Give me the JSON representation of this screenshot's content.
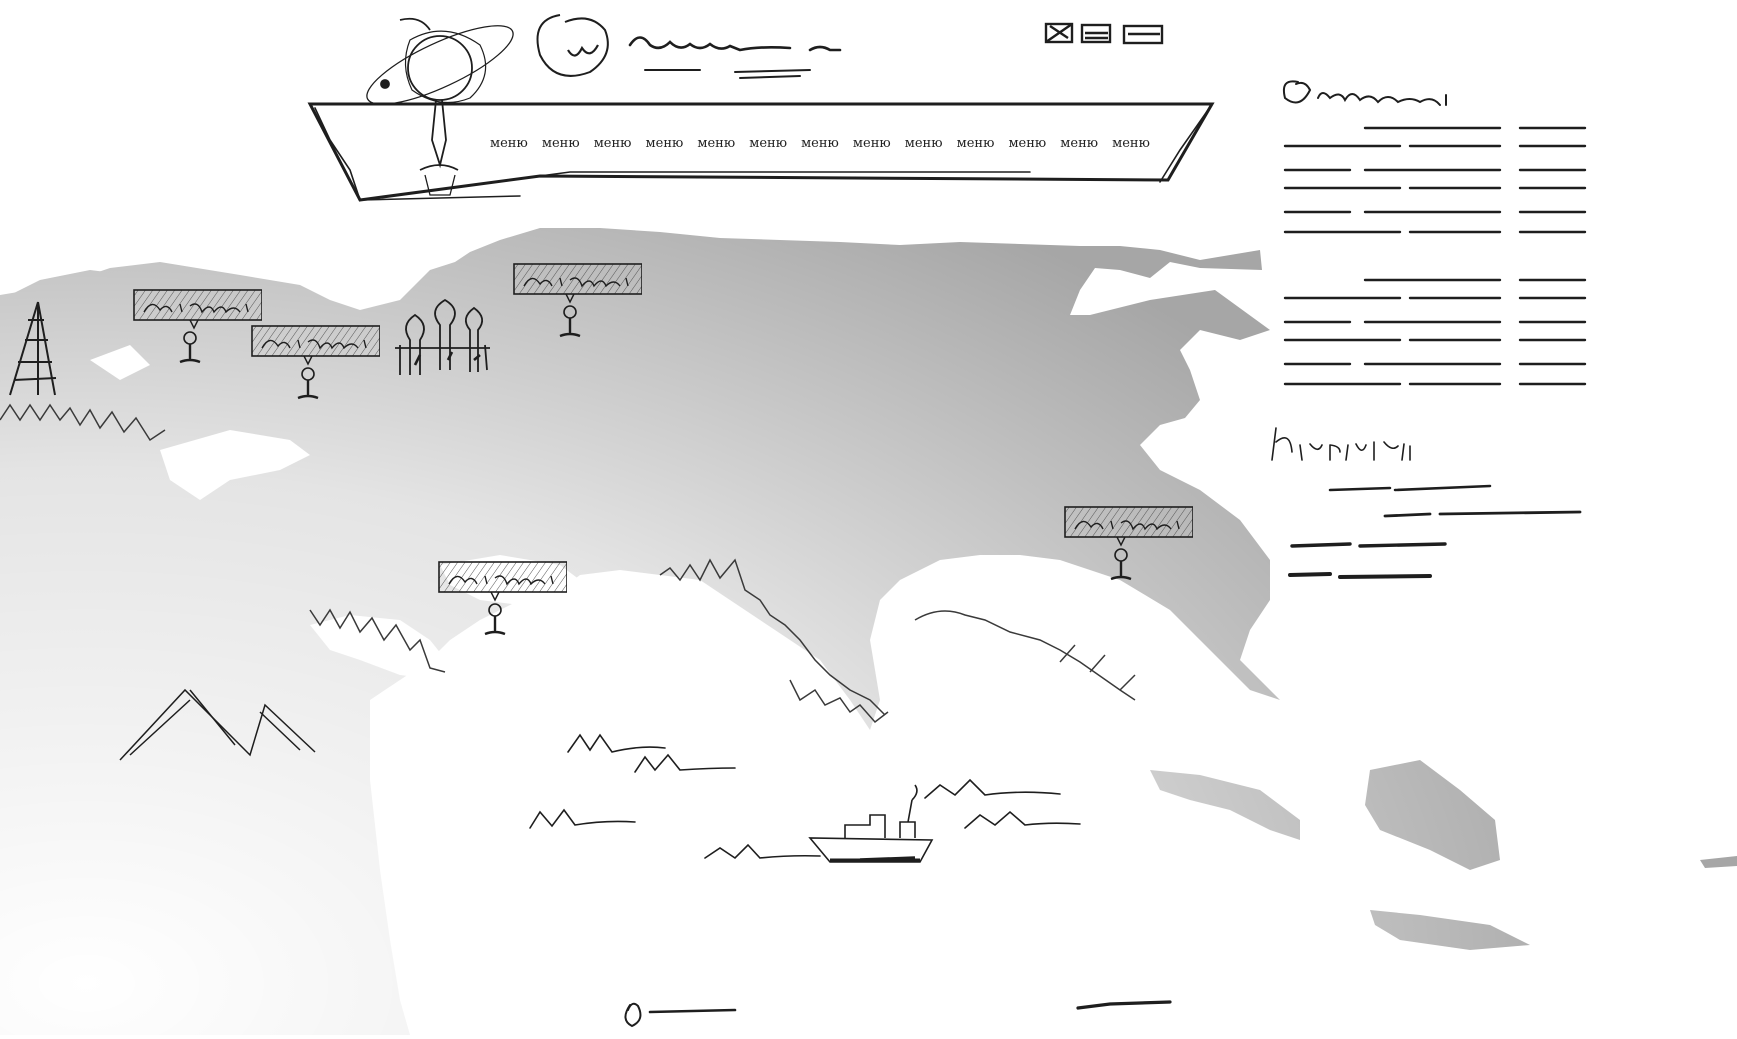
{
  "header": {
    "menu": [
      "меню",
      "меню",
      "меню",
      "меню",
      "меню",
      "меню",
      "меню",
      "меню",
      "меню",
      "меню",
      "меню",
      "меню",
      "меню"
    ]
  },
  "colors": {
    "land": "#a6a6a6",
    "ink": "#1e1e1e",
    "background": "#ffffff"
  },
  "icons": [
    "logo-tree-icon",
    "logo-circle-icon",
    "window-controls-icon",
    "oil-derrick-icon",
    "kremlin-icon",
    "mountains-icon",
    "waves-icon",
    "ship-icon",
    "company-pin-icon"
  ]
}
